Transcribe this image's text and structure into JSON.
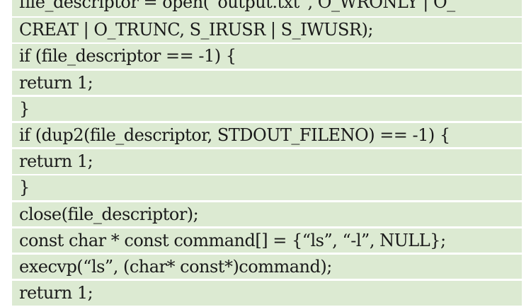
{
  "code": {
    "lines": [
      "file_descriptor = open(“output.txt”, O_WRONLY | O_",
      "CREAT | O_TRUNC, S_IRUSR | S_IWUSR);",
      "if (file_descriptor == -1) {",
      "return 1;",
      "}",
      "if (dup2(file_descriptor, STDOUT_FILENO) == -1) {",
      "return 1;",
      "}",
      "close(file_descriptor);",
      "const char * const command[] = {“ls”, “-l”, NULL};",
      "execvp(“ls”, (char* const*)command);",
      "return 1;"
    ]
  }
}
